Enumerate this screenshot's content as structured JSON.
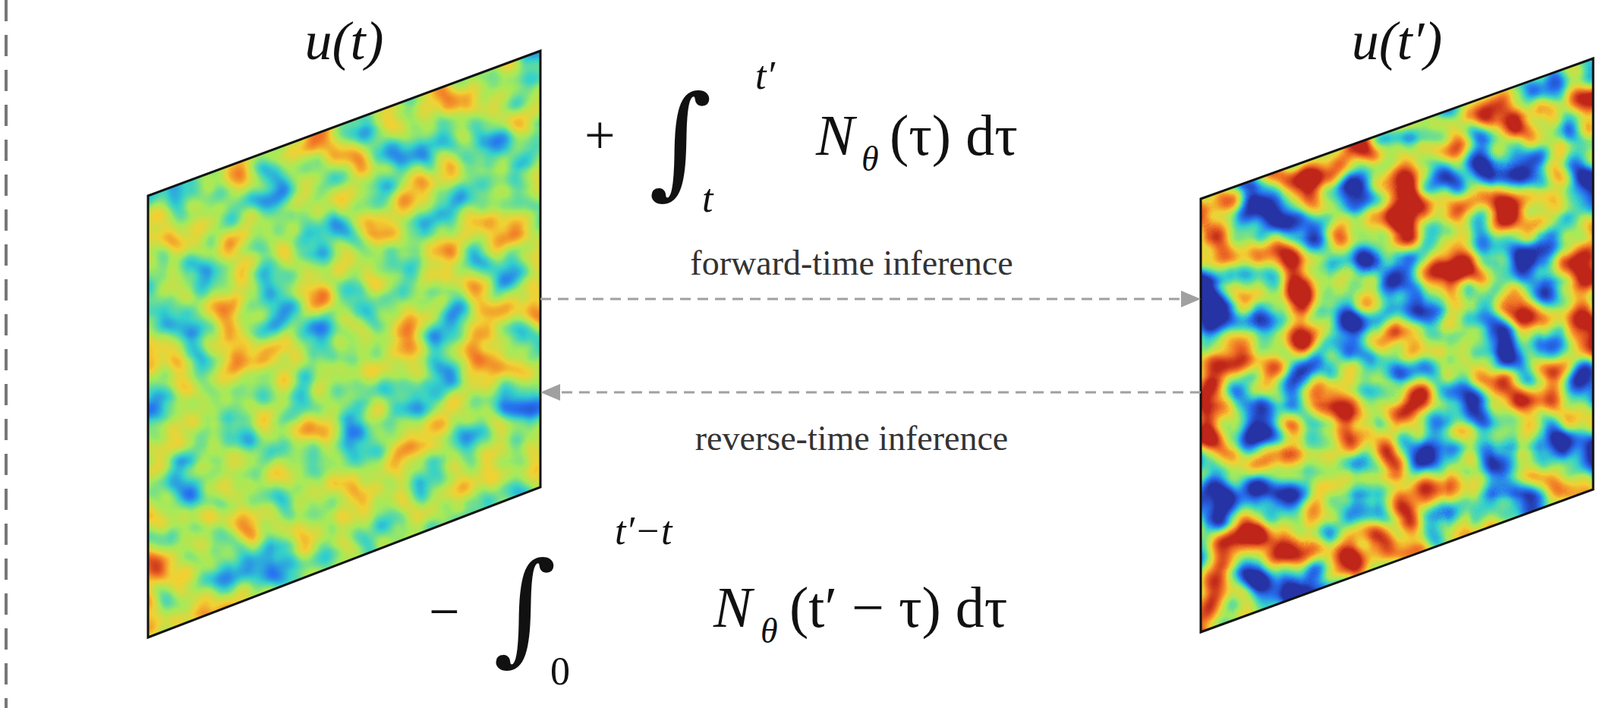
{
  "diagram": {
    "nodes": [
      {
        "text": [
          "u(t)"
        ]
      },
      {
        "text": [
          "u(t′)"
        ]
      }
    ],
    "edges": [
      {
        "from": 0,
        "to": 1,
        "arrow": "to",
        "label": "forward-time inference"
      },
      {
        "from": 1,
        "to": 0,
        "arrow": "to",
        "label": "reverse-time inference"
      }
    ],
    "labels": [
      "+",
      "∫",
      "t′",
      "t",
      "N",
      "θ",
      "(τ) dτ",
      "−",
      "∫",
      "t′−t",
      "0",
      "N",
      "θ",
      "(t′ − τ) dτ"
    ]
  }
}
